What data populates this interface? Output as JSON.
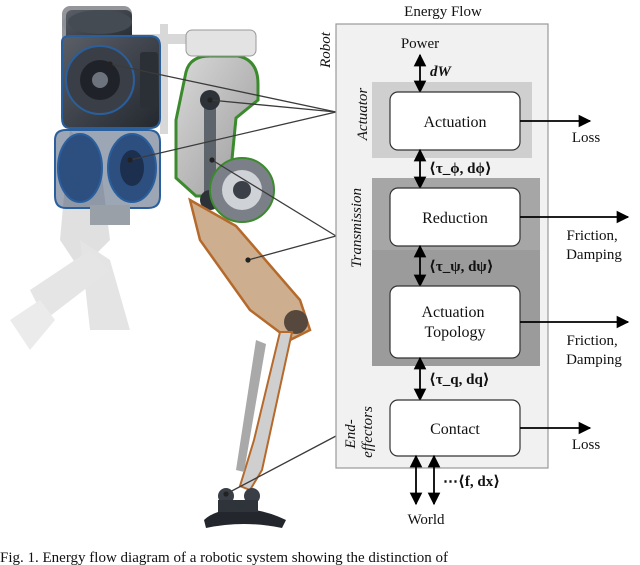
{
  "diagram": {
    "title": "Energy Flow",
    "robot_label": "Robot",
    "actuator_label": "Actuator",
    "transmission_label": "Transmission",
    "endeffectors_label": [
      "End-",
      "effectors"
    ],
    "power_label": "Power",
    "world_label": "World",
    "blocks": {
      "actuation": [
        "Actuation"
      ],
      "reduction": [
        "Reduction"
      ],
      "topology": [
        "Actuation",
        "Topology"
      ],
      "contact": [
        "Contact"
      ]
    },
    "losses": {
      "actuation": [
        "Loss"
      ],
      "reduction": [
        "Friction,",
        "Damping"
      ],
      "topology": [
        "Friction,",
        "Damping"
      ],
      "contact": [
        "Loss"
      ]
    },
    "flow_labels": {
      "dW": "dW",
      "tau_phi": "⟨τ_ϕ, dϕ⟩",
      "tau_psi": "⟨τ_ψ, dψ⟩",
      "tau_q": "⟨τ_q, dq⟩",
      "f_dx": "⋯⟨f, dx⟩"
    }
  },
  "caption": "Fig. 1.   Energy flow diagram of a robotic system showing the distinction of",
  "colors": {
    "robot_box": "#f1f1f1",
    "actuator_zone": "#cfcfcf",
    "transmission_zone": "#a6a6a6",
    "topology_zone": "#8e8e8e",
    "block_fill": "#ffffff",
    "highlight_blue": "#2a5f9e",
    "highlight_green": "#3c8a2e",
    "highlight_brown": "#b56a2c"
  },
  "illustration": {
    "name": "bipedal-robot-leg-cutaway"
  }
}
